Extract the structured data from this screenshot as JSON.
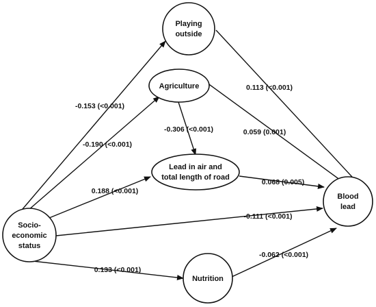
{
  "nodes": {
    "playing": [
      "Playing",
      "outside"
    ],
    "agri": [
      "Agriculture"
    ],
    "lead_air": [
      "Lead in air and",
      "total length of road"
    ],
    "blood": [
      "Blood",
      "lead"
    ],
    "ses": [
      "Socio-",
      "economic",
      "status"
    ],
    "nutrition": [
      "Nutrition"
    ]
  },
  "edges": {
    "ses_playing": "-0.153 (<0.001)",
    "ses_agri": "-0.190 (<0.001)",
    "ses_lead_air": "0.188 (<0.001)",
    "ses_blood": "-0.111 (<0.001)",
    "ses_nutrition": "0.133 (<0.001)",
    "agri_lead_air": "-0.306 (<0.001)",
    "agri_blood": "0.059 (0.001)",
    "playing_blood": "0.113 (<0.001)",
    "lead_air_blood": "0.068 (0.005)",
    "nutrition_blood": "-0.062 (<0.001)"
  }
}
